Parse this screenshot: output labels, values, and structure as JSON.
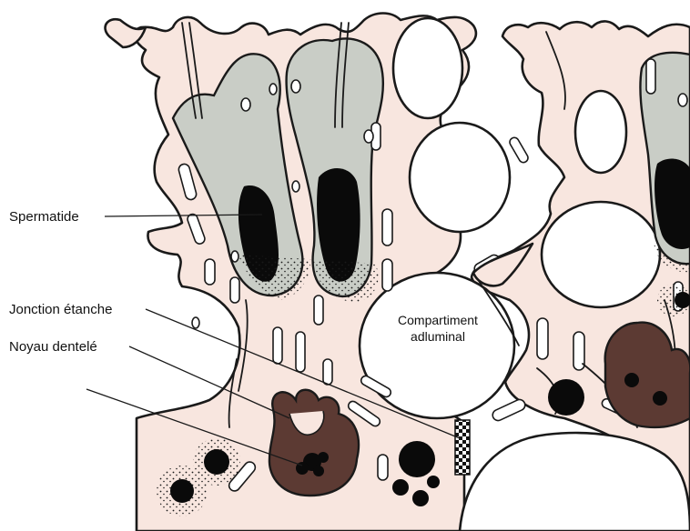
{
  "labels": {
    "spermatide": "Spermatide",
    "jonction": "Jonction étanche",
    "noyau": "Noyau dentelé",
    "compartiment_line1": "Compartiment",
    "compartiment_line2": "adluminal"
  },
  "colors": {
    "cytoplasm": "#f8e6df",
    "spermatid": "#c9cdc6",
    "nucleus": "#5c3a33",
    "outline": "#1a1a1a",
    "lumen": "#ffffff"
  }
}
